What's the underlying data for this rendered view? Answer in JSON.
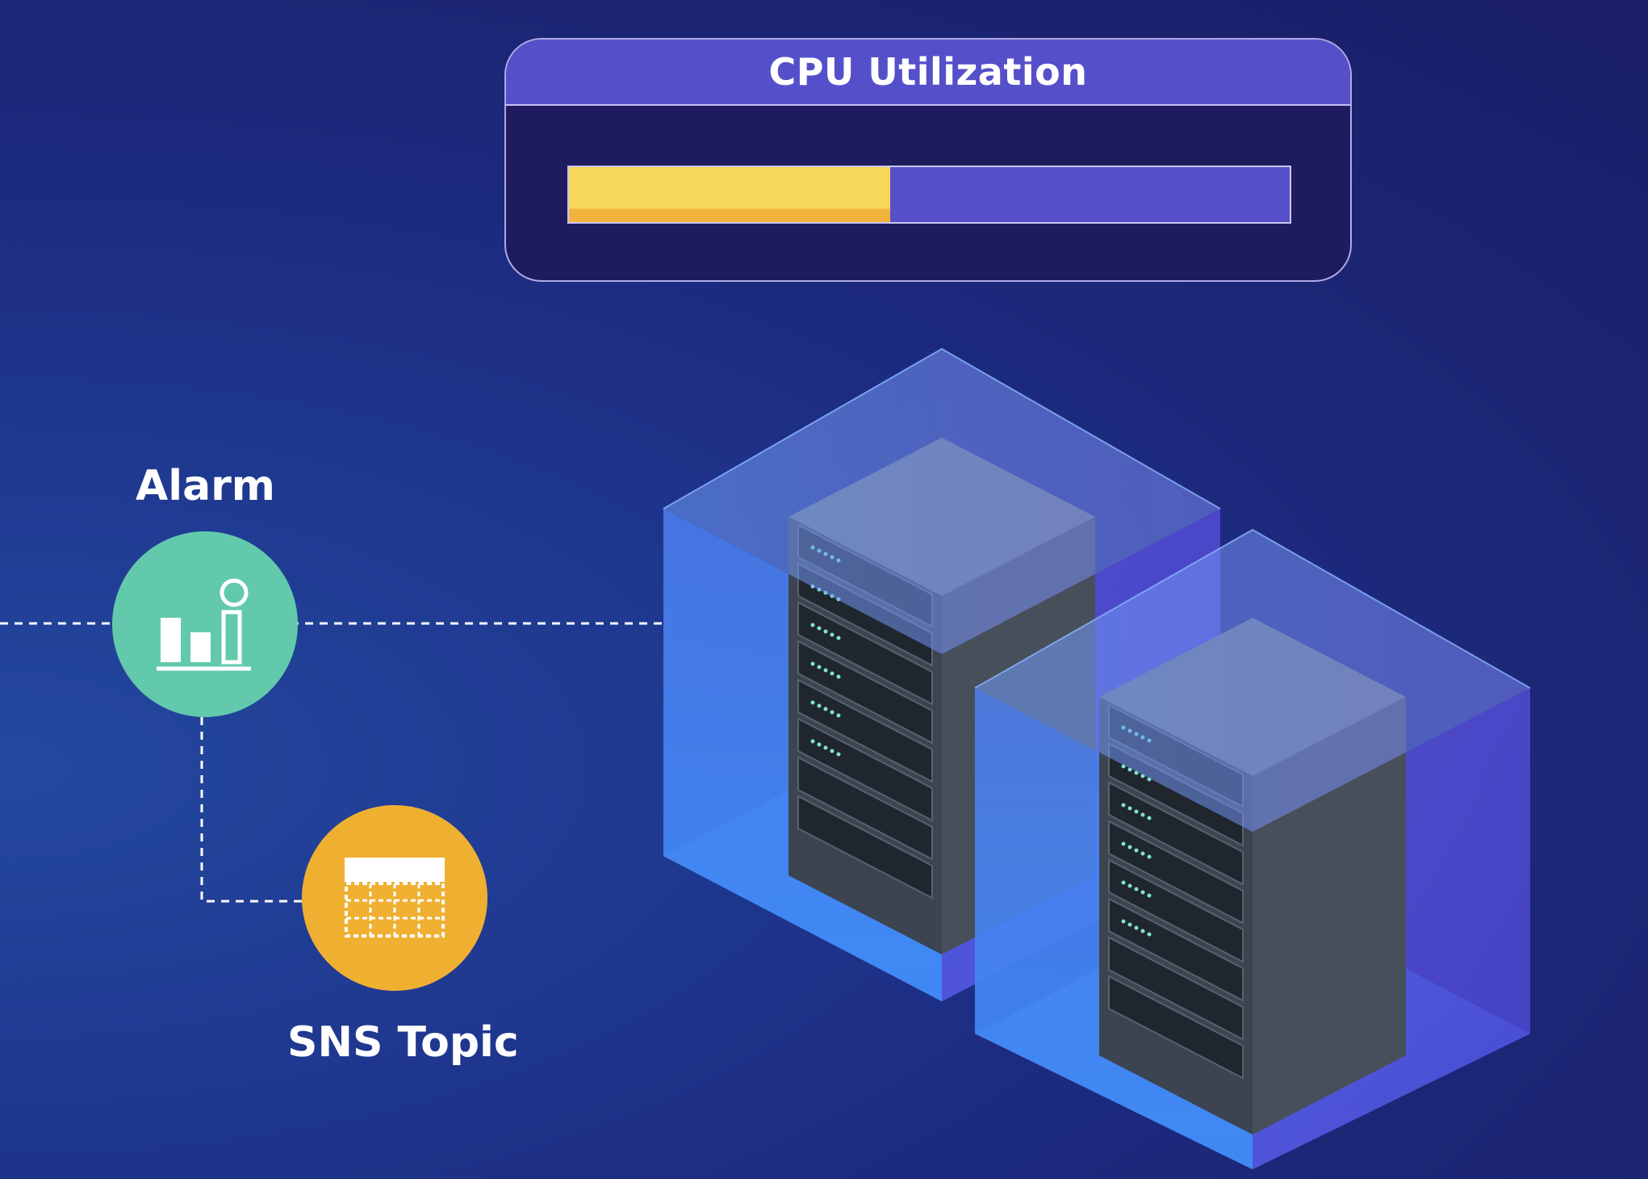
{
  "panel": {
    "title": "CPU Utilization",
    "utilization_fraction": 0.446
  },
  "alarm": {
    "label": "Alarm",
    "icon": "bar-chart-alarm-icon"
  },
  "sns": {
    "label": "SNS Topic",
    "icon": "table-grid-icon"
  },
  "servers": {
    "count": 2,
    "icon": "server-rack-icon"
  },
  "colors": {
    "background": "#1c2a7e",
    "panel_header": "#5550c9",
    "bar_fill": "#f8d85a",
    "alarm_circle": "#63c9ac",
    "sns_circle": "#efb032",
    "container_cube": "#4f8cf0"
  }
}
